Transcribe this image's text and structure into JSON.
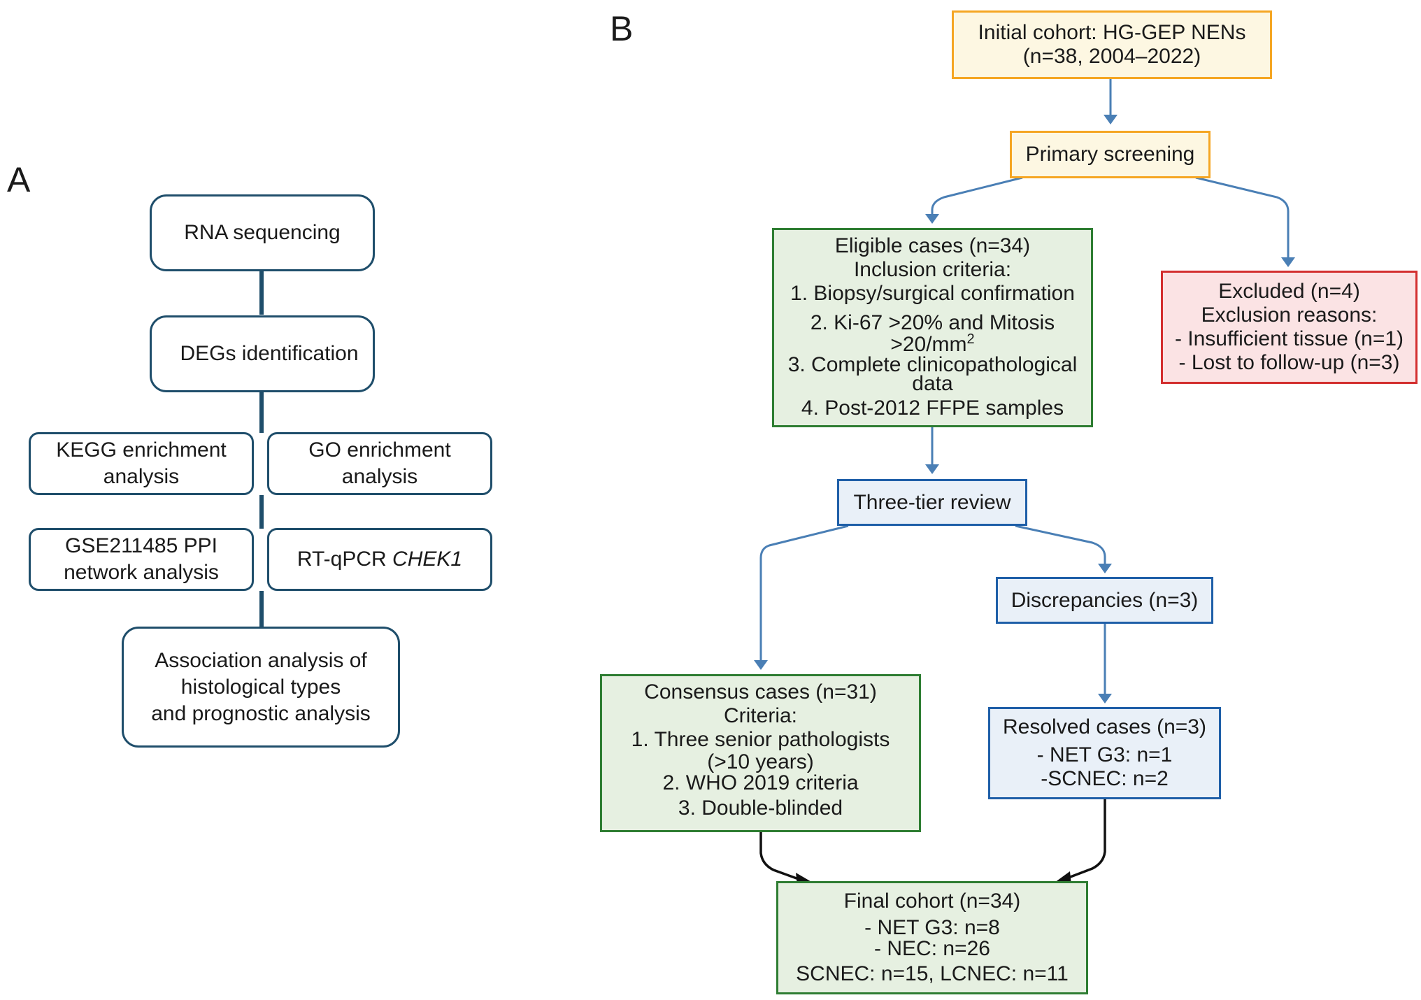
{
  "panels": {
    "a": "A",
    "b": "B"
  },
  "panel_a": {
    "rna": "RNA sequencing",
    "degs": "DEGs identification",
    "kegg_1": "KEGG enrichment",
    "kegg_2": "analysis",
    "go_1": "GO enrichment",
    "go_2": "analysis",
    "gse_1": "GSE211485 PPI",
    "gse_2": "network analysis",
    "rtqpcr": "RT-qPCR ",
    "rtqpcr_gene": "CHEK1",
    "assoc_1": "Association analysis of",
    "assoc_2": "histological types",
    "assoc_3": "and prognostic analysis"
  },
  "panel_b": {
    "initial_1": "Initial cohort: HG-GEP NENs",
    "initial_2": "(n=38, 2004–2022)",
    "primary": "Primary screening",
    "eligible": {
      "title": "Eligible cases (n=34)",
      "subtitle": "Inclusion criteria:",
      "c1": "1. Biopsy/surgical confirmation",
      "c2a": "2. Ki-67 >20% and Mitosis",
      "c2b": ">20/mm",
      "c2sup": "2",
      "c3a": "3. Complete clinicopathological",
      "c3b": "data",
      "c4": "4. Post-2012 FFPE samples"
    },
    "excluded": {
      "title": "Excluded (n=4)",
      "subtitle": "Exclusion reasons:",
      "r1": "- Insufficient tissue (n=1)",
      "r2": "- Lost to follow-up (n=3)"
    },
    "three_tier": "Three-tier review",
    "discrepancies": "Discrepancies (n=3)",
    "consensus": {
      "title": "Consensus cases (n=31)",
      "subtitle": "Criteria:",
      "c1a": "1. Three senior pathologists",
      "c1b": "(>10 years)",
      "c2": "2. WHO 2019 criteria",
      "c3": "3. Double-blinded"
    },
    "resolved": {
      "title": "Resolved cases (n=3)",
      "r1": "- NET G3: n=1",
      "r2": "-SCNEC: n=2"
    },
    "final": {
      "title": "Final cohort (n=34)",
      "l1": "- NET G3: n=8",
      "l2": "- NEC: n=26",
      "l3": "SCNEC: n=15, LCNEC: n=11"
    }
  },
  "colors": {
    "panel_a_border": "#1f4e6b",
    "arrow_blue": "#4a7fb5",
    "yellow_border": "#f5a623",
    "green_border": "#2e7d32",
    "red_border": "#d32f2f",
    "blue_border": "#1f5fa8"
  }
}
